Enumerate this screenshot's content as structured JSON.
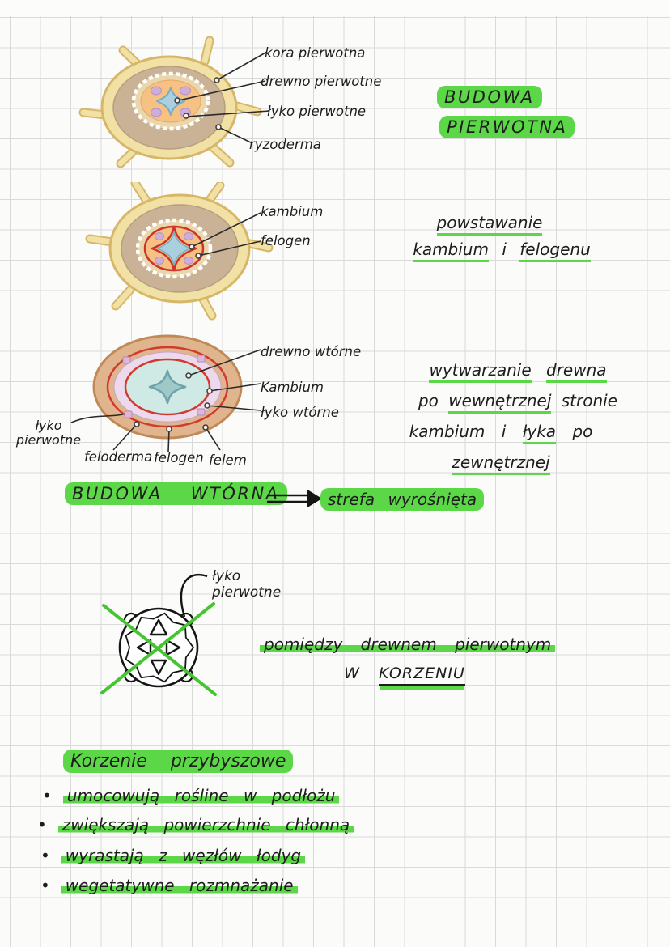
{
  "colors": {
    "highlight_green": "#5cd747",
    "cross_green": "#46c532",
    "red_line": "#cc342c",
    "ink": "#1d1d1d",
    "epidermis_yellow": "#f1e1a5",
    "cortex_tan": "#c9b295",
    "stele_orange": "#f6c183",
    "xylem_blue": "#aacfdf",
    "phloem_purple": "#cfadda",
    "secondary_outer_tan": "#e0b58d",
    "secondary_phloem_pink": "#ecd9ec",
    "secondary_xylem_teal": "#cfe9e4"
  },
  "diagram_primary": {
    "labels": {
      "kora": "kora pierwotna",
      "drewno": "drewno pierwotne",
      "lyko": "łyko pierwotne",
      "ryzoderma": "ryzoderma"
    },
    "title_line1": "BUDOWA",
    "title_line2": "PIERWOTNA"
  },
  "diagram_cambium": {
    "labels": {
      "kambium": "kambium",
      "felogen": "felogen"
    },
    "note_line1": "powstawanie",
    "note_w_kambium": "kambium",
    "note_w_i": "i",
    "note_w_felogenu": "felogenu"
  },
  "diagram_secondary": {
    "labels": {
      "drewno_wtorne": "drewno wtórne",
      "kambium": "Kambium",
      "lyko_wtorne": "łyko wtórne",
      "lyko_pierwotne_l1": "łyko",
      "lyko_pierwotne_l2": "pierwotne",
      "feloderma": "feloderma",
      "felogen": "felogen",
      "felem": "felem"
    },
    "note": {
      "w1": "wytwarzanie",
      "w2": "drewna",
      "w3": "po",
      "w4": "wewnętrznej",
      "w5": "stronie",
      "w6": "kambium",
      "w7": "i",
      "w8": "łyka",
      "w9": "po",
      "w10": "zewnętrznej"
    },
    "title": "BUDOWA WTÓRNA",
    "arrow_label": "strefa wyrośnięta"
  },
  "crossed_section": {
    "label_line1": "łyko",
    "label_line2": "pierwotne",
    "note_line1": "pomiędzy drewnem pierwotnym",
    "note_w": "W",
    "note_korzeniu": "KORZENIU"
  },
  "adventitious": {
    "marker": "•",
    "title": "Korzenie przybyszowe",
    "bullets": [
      "umocowują rośline w podłożu",
      "zwiększają powierzchnie chłonną",
      "wyrastają z węzłów łodyg",
      "wegetatywne rozmnażanie"
    ]
  }
}
